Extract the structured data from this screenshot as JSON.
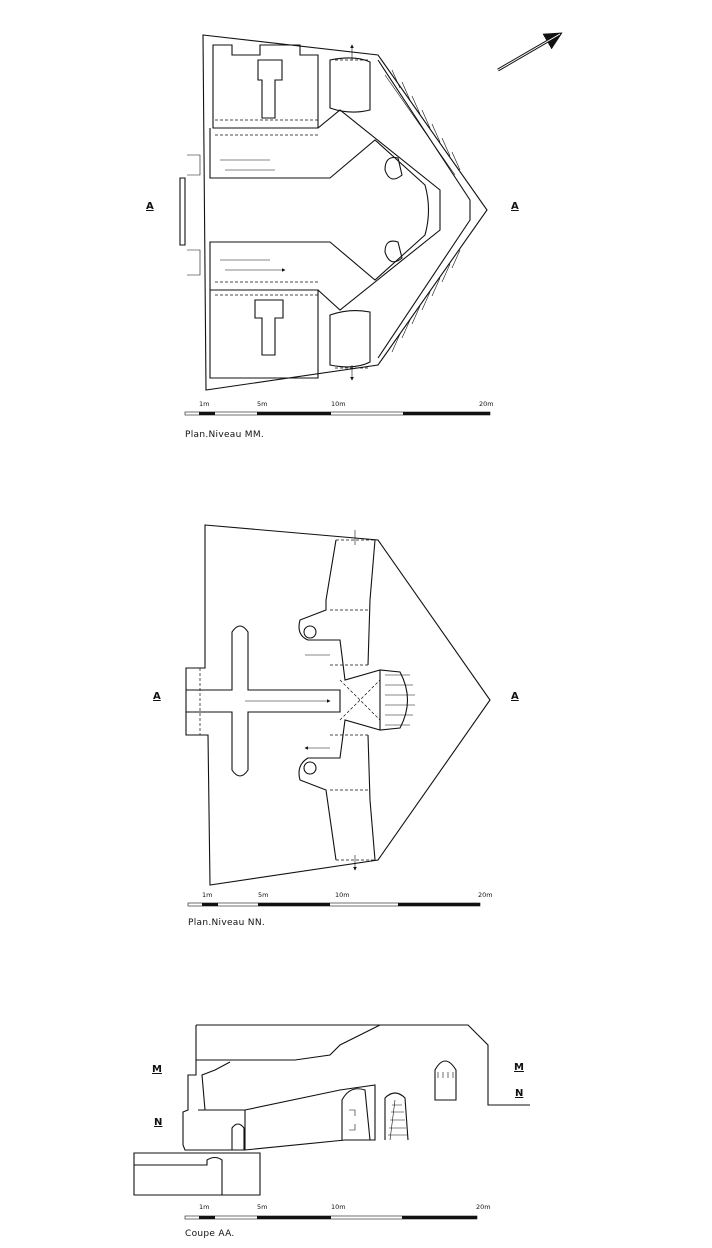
{
  "north_arrow": {
    "icon": "north-arrow-icon"
  },
  "plan_mm": {
    "title": "Plan.Niveau MM.",
    "section_left": "A",
    "section_right": "A",
    "scale": {
      "ticks": [
        "1m",
        "5m",
        "10m",
        "20m"
      ]
    }
  },
  "plan_nn": {
    "title": "Plan.Niveau NN.",
    "section_left": "A",
    "section_right": "A",
    "scale": {
      "ticks": [
        "1m",
        "5m",
        "10m",
        "20m"
      ]
    }
  },
  "section_aa": {
    "title": "Coupe AA.",
    "level_left_m": "M",
    "level_left_n": "N",
    "level_right_m": "M",
    "level_right_n": "N",
    "scale": {
      "ticks": [
        "1m",
        "5m",
        "10m",
        "20m"
      ]
    }
  }
}
